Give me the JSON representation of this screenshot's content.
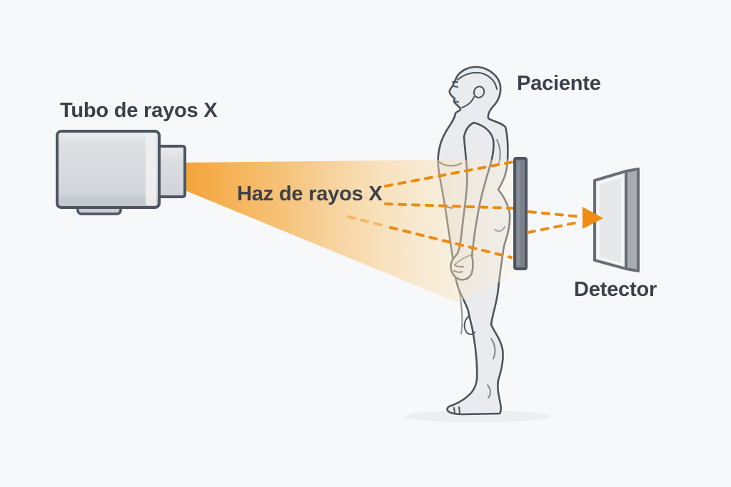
{
  "labels": {
    "tube": "Tubo de rayos X",
    "beam": "Haz de rayos X",
    "patient": "Paciente",
    "detector": "Detector"
  },
  "colors": {
    "background": "#f7f8f9",
    "label_text": "#3a414b",
    "beam_start": "#f49e2e",
    "beam_end": "#fdf3e2",
    "ray_dash": "#ee8a10",
    "arrow": "#ef8c15",
    "device_fill": "#d7d9dd",
    "device_outline": "#4d5560",
    "plate_fill": "#7b828c",
    "detector_face": "#e6e8ea",
    "detector_side": "#a7acb3",
    "body_fill": "#e9ebee",
    "body_outline": "#4a525b",
    "shadow": "#eceef1"
  }
}
